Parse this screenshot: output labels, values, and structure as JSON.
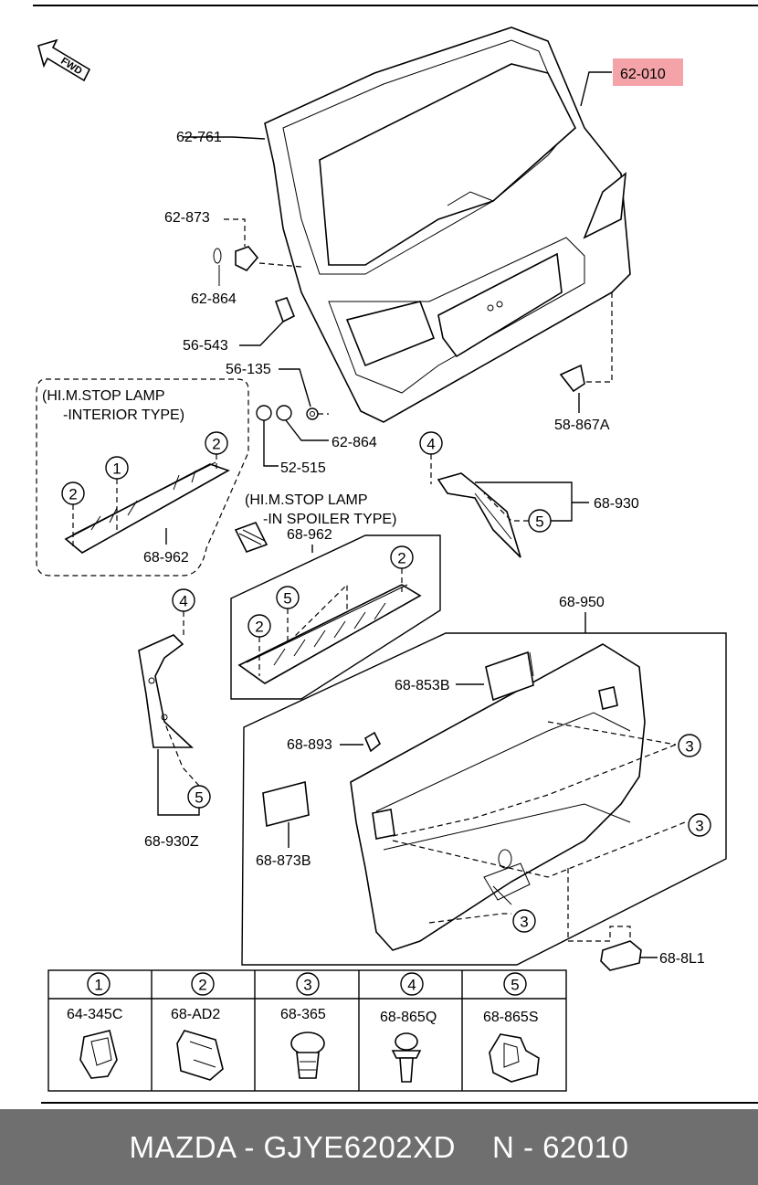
{
  "diagram": {
    "direction_marker": "FWD",
    "highlight_color": "#f4a3a8",
    "labels": {
      "main_part": "62-010",
      "p62_761": "62-761",
      "p62_873": "62-873",
      "p62_864_a": "62-864",
      "p56_543": "56-543",
      "p56_135": "56-135",
      "p62_864_b": "62-864",
      "p52_515": "52-515",
      "p58_867a": "58-867A",
      "p68_930": "68-930",
      "p68_962_a": "68-962",
      "p68_962_b": "68-962",
      "p68_950": "68-950",
      "p68_853b": "68-853B",
      "p68_893": "68-893",
      "p68_873b": "68-873B",
      "p68_930z": "68-930Z",
      "p68_8l1": "68-8L1"
    },
    "notes": {
      "interior_line1": "(HI.M.STOP LAMP",
      "interior_line2": "-INTERIOR TYPE)",
      "spoiler_line1": "(HI.M.STOP LAMP",
      "spoiler_line2": "-IN SPOILER TYPE)"
    },
    "callouts": [
      "1",
      "2",
      "3",
      "4",
      "5"
    ]
  },
  "legend": [
    {
      "num": "1",
      "code": "64-345C"
    },
    {
      "num": "2",
      "code": "68-AD2"
    },
    {
      "num": "3",
      "code": "68-365"
    },
    {
      "num": "4",
      "code": "68-865Q"
    },
    {
      "num": "5",
      "code": "68-865S"
    }
  ],
  "footer": {
    "brand_part": "MAZDA - GJYE6202XD",
    "ref": "N - 62010"
  }
}
